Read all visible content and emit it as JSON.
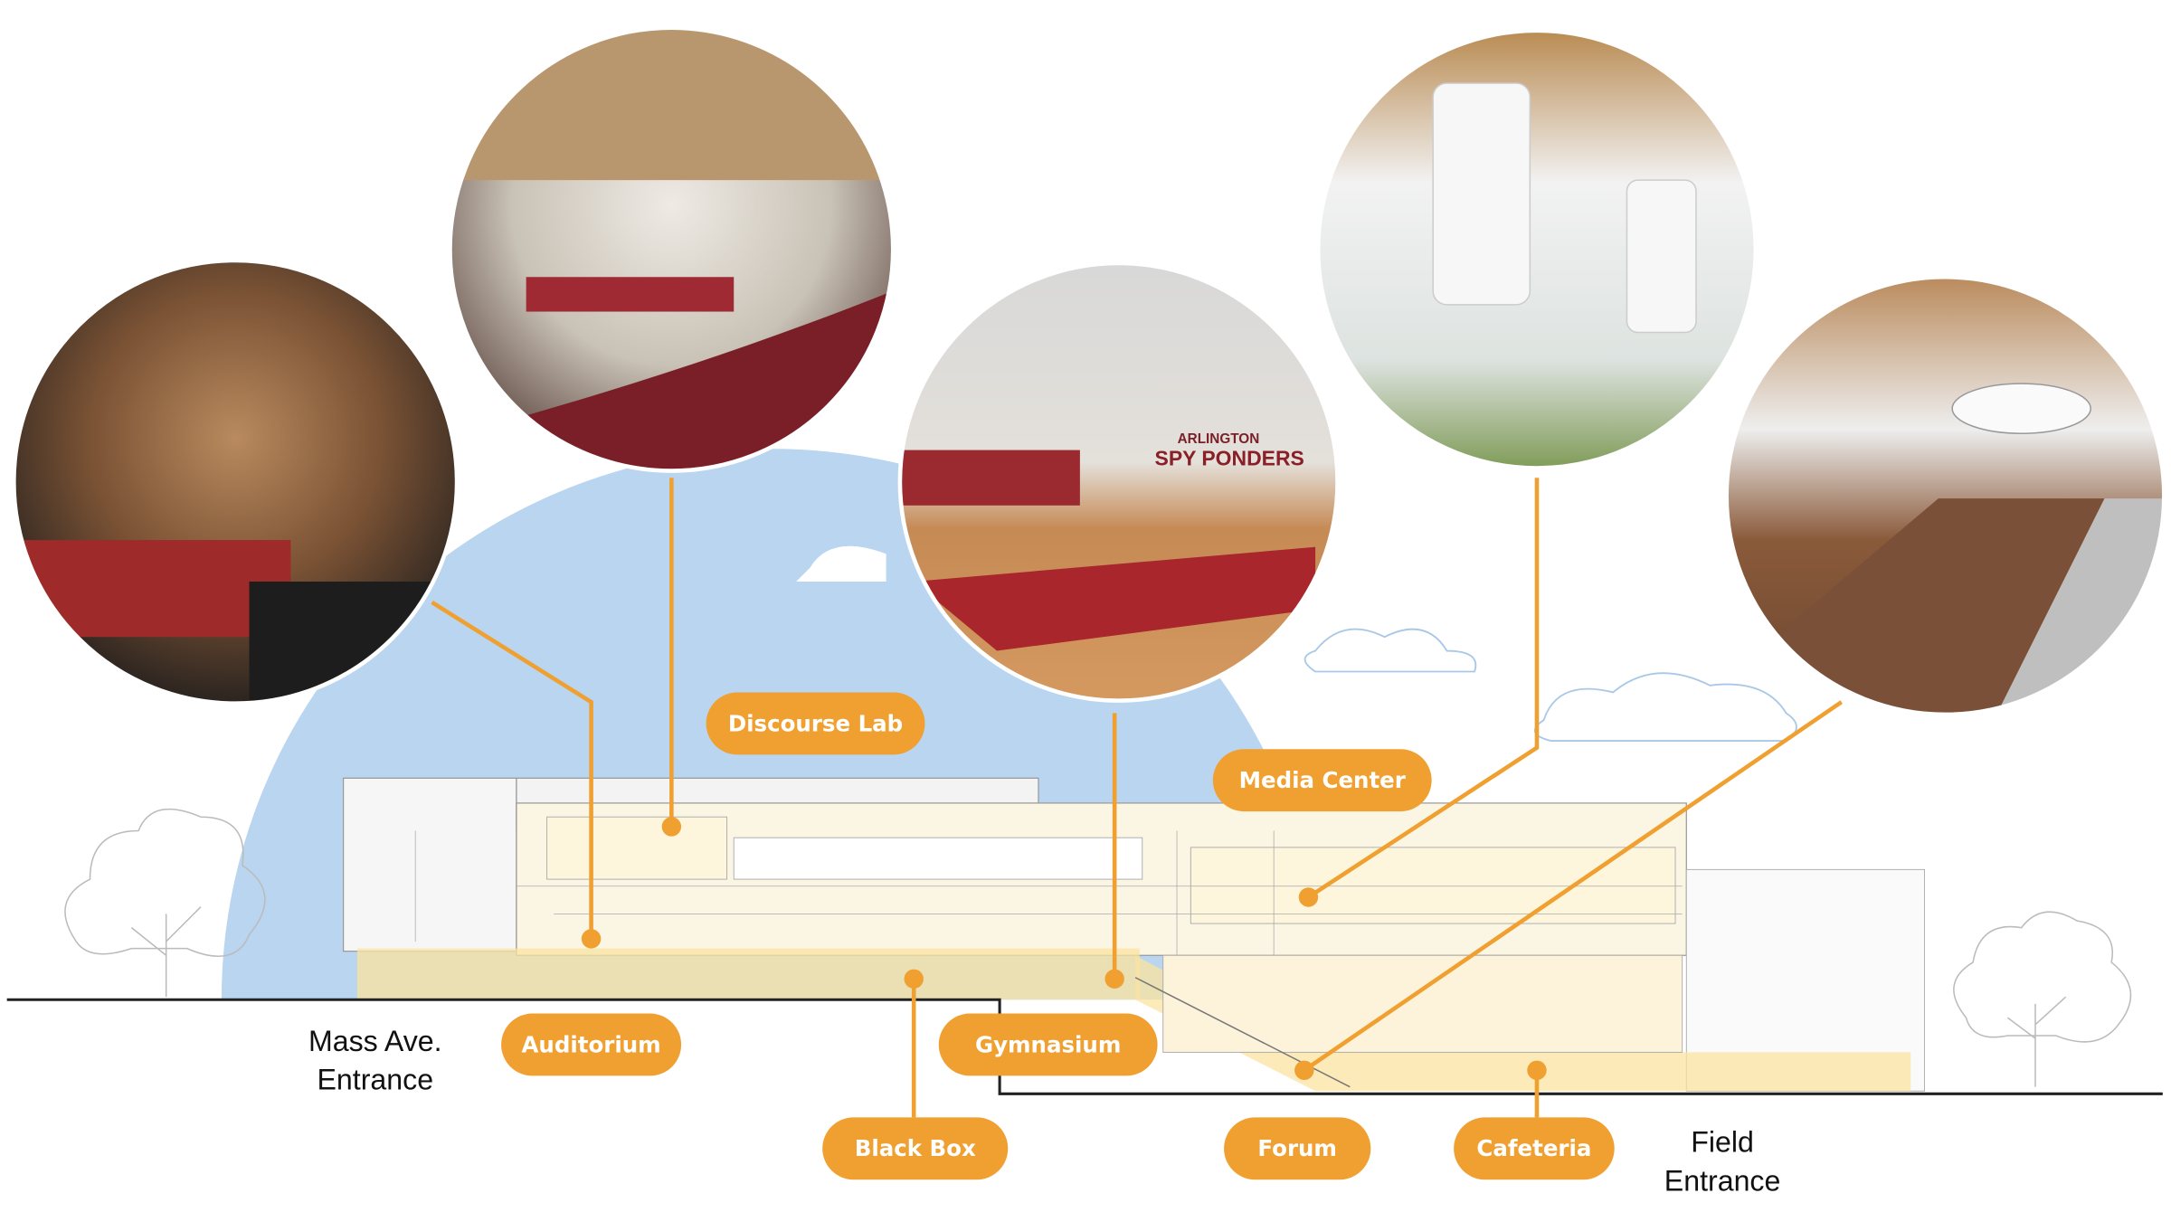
{
  "colors": {
    "accent": "#F0A030",
    "sky": "#B9D5EF",
    "shade": "#FBE7B0"
  },
  "entrances": {
    "mass_ave": {
      "line1": "Mass Ave.",
      "line2": "Entrance"
    },
    "field": {
      "line1": "Field",
      "line2": "Entrance"
    }
  },
  "labels": {
    "discourse_lab": "Discourse Lab",
    "media_center": "Media Center",
    "auditorium": "Auditorium",
    "gymnasium": "Gymnasium",
    "black_box": "Black Box",
    "forum": "Forum",
    "cafeteria": "Cafeteria"
  },
  "photo_text": {
    "gym_banner_1": "ARLINGTON",
    "gym_banner_2": "SPY PONDERS"
  }
}
